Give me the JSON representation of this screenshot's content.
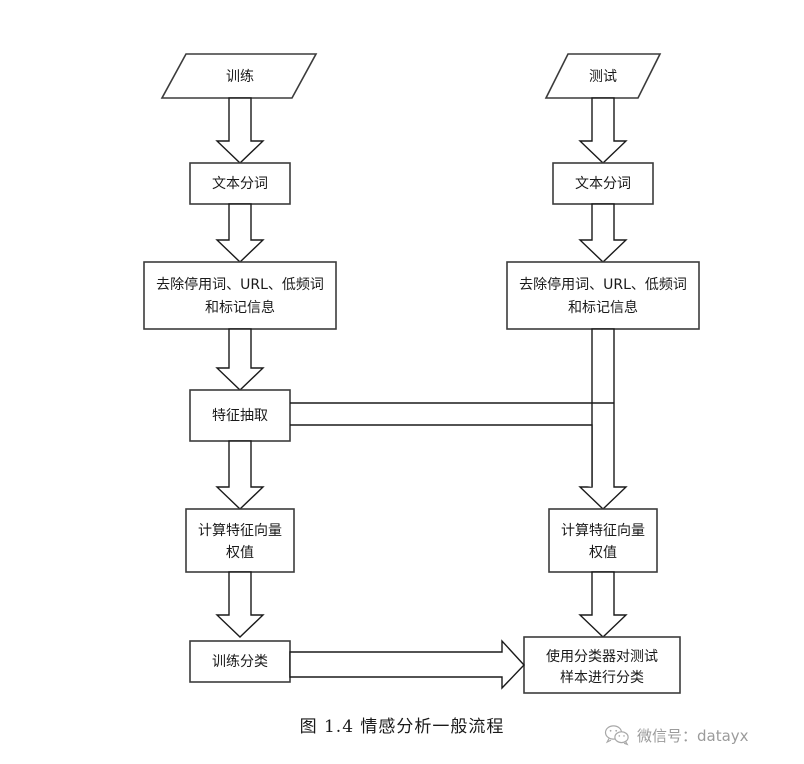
{
  "diagram": {
    "title": "图 1.4 情感分析一般流程",
    "background": "#ffffff",
    "stroke_color": "#3c3c3c",
    "arrow_color": "#1a1a1a",
    "text_color": "#1a1a1a",
    "nodes": {
      "train_input": {
        "label": "训练",
        "shape": "parallelogram"
      },
      "test_input": {
        "label": "测试",
        "shape": "parallelogram"
      },
      "left_segment": {
        "label": "文本分词",
        "shape": "rect"
      },
      "right_segment": {
        "label": "文本分词",
        "shape": "rect"
      },
      "left_clean_line1": {
        "label": "去除停用词、URL、低频词",
        "shape": "rect"
      },
      "left_clean_line2": {
        "label": "和标记信息",
        "shape": "rect"
      },
      "right_clean_line1": {
        "label": "去除停用词、URL、低频词",
        "shape": "rect"
      },
      "right_clean_line2": {
        "label": "和标记信息",
        "shape": "rect"
      },
      "feature_extract": {
        "label": "特征抽取",
        "shape": "rect"
      },
      "left_weight_line1": {
        "label": "计算特征向量",
        "shape": "rect"
      },
      "left_weight_line2": {
        "label": "权值",
        "shape": "rect"
      },
      "right_weight_line1": {
        "label": "计算特征向量",
        "shape": "rect"
      },
      "right_weight_line2": {
        "label": "权值",
        "shape": "rect"
      },
      "train_classify": {
        "label": "训练分类",
        "shape": "rect"
      },
      "classify_test_line1": {
        "label": "使用分类器对测试",
        "shape": "rect"
      },
      "classify_test_line2": {
        "label": "样本进行分类",
        "shape": "rect"
      }
    },
    "edges": [
      {
        "from": "train_input",
        "to": "left_segment",
        "style": "block-arrow-down"
      },
      {
        "from": "test_input",
        "to": "right_segment",
        "style": "block-arrow-down"
      },
      {
        "from": "left_segment",
        "to": "left_clean",
        "style": "block-arrow-down"
      },
      {
        "from": "right_segment",
        "to": "right_clean",
        "style": "block-arrow-down"
      },
      {
        "from": "left_clean",
        "to": "feature_extract",
        "style": "block-arrow-down"
      },
      {
        "from": "right_clean",
        "to": "right_weight",
        "style": "block-arrow-down-merge"
      },
      {
        "from": "feature_extract",
        "to": "left_weight",
        "style": "block-arrow-down"
      },
      {
        "from": "feature_extract",
        "to": "right_weight",
        "style": "block-arrow-right-down"
      },
      {
        "from": "left_weight",
        "to": "train_classify",
        "style": "block-arrow-down"
      },
      {
        "from": "right_weight",
        "to": "classify_test",
        "style": "block-arrow-down"
      },
      {
        "from": "train_classify",
        "to": "classify_test",
        "style": "block-arrow-right"
      }
    ]
  },
  "watermark": {
    "text": "微信号：datayx",
    "icon": "wechat-icon",
    "color": "#8a8a8a"
  }
}
